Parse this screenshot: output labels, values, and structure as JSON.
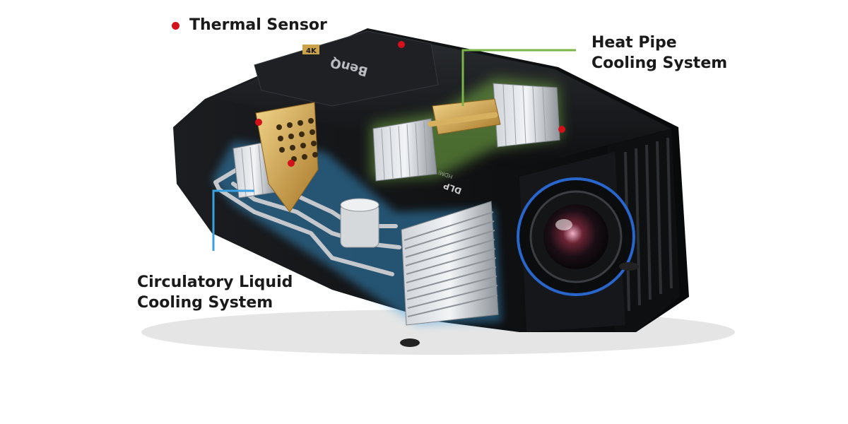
{
  "labels": {
    "thermal_sensor": "Thermal Sensor",
    "heat_pipe_line1": "Heat Pipe",
    "heat_pipe_line2": "Cooling System",
    "liquid_line1": "Circulatory Liquid",
    "liquid_line2": "Cooling System"
  },
  "device_markings": {
    "brand_logo": "BenQ",
    "resolution_badge": "4K",
    "dlp_logo": "DLP",
    "hdmi_mark": "HDMI"
  },
  "colors": {
    "sensor_dot": "#d4101b",
    "heat_pipe_accent": "#7ab547",
    "liquid_accent": "#3aa0e0",
    "body": "#17191c",
    "copper": "#d6a94a",
    "lens_ring": "#2b6bd6"
  },
  "icons": {
    "sensor_marker": "red-dot-icon"
  }
}
